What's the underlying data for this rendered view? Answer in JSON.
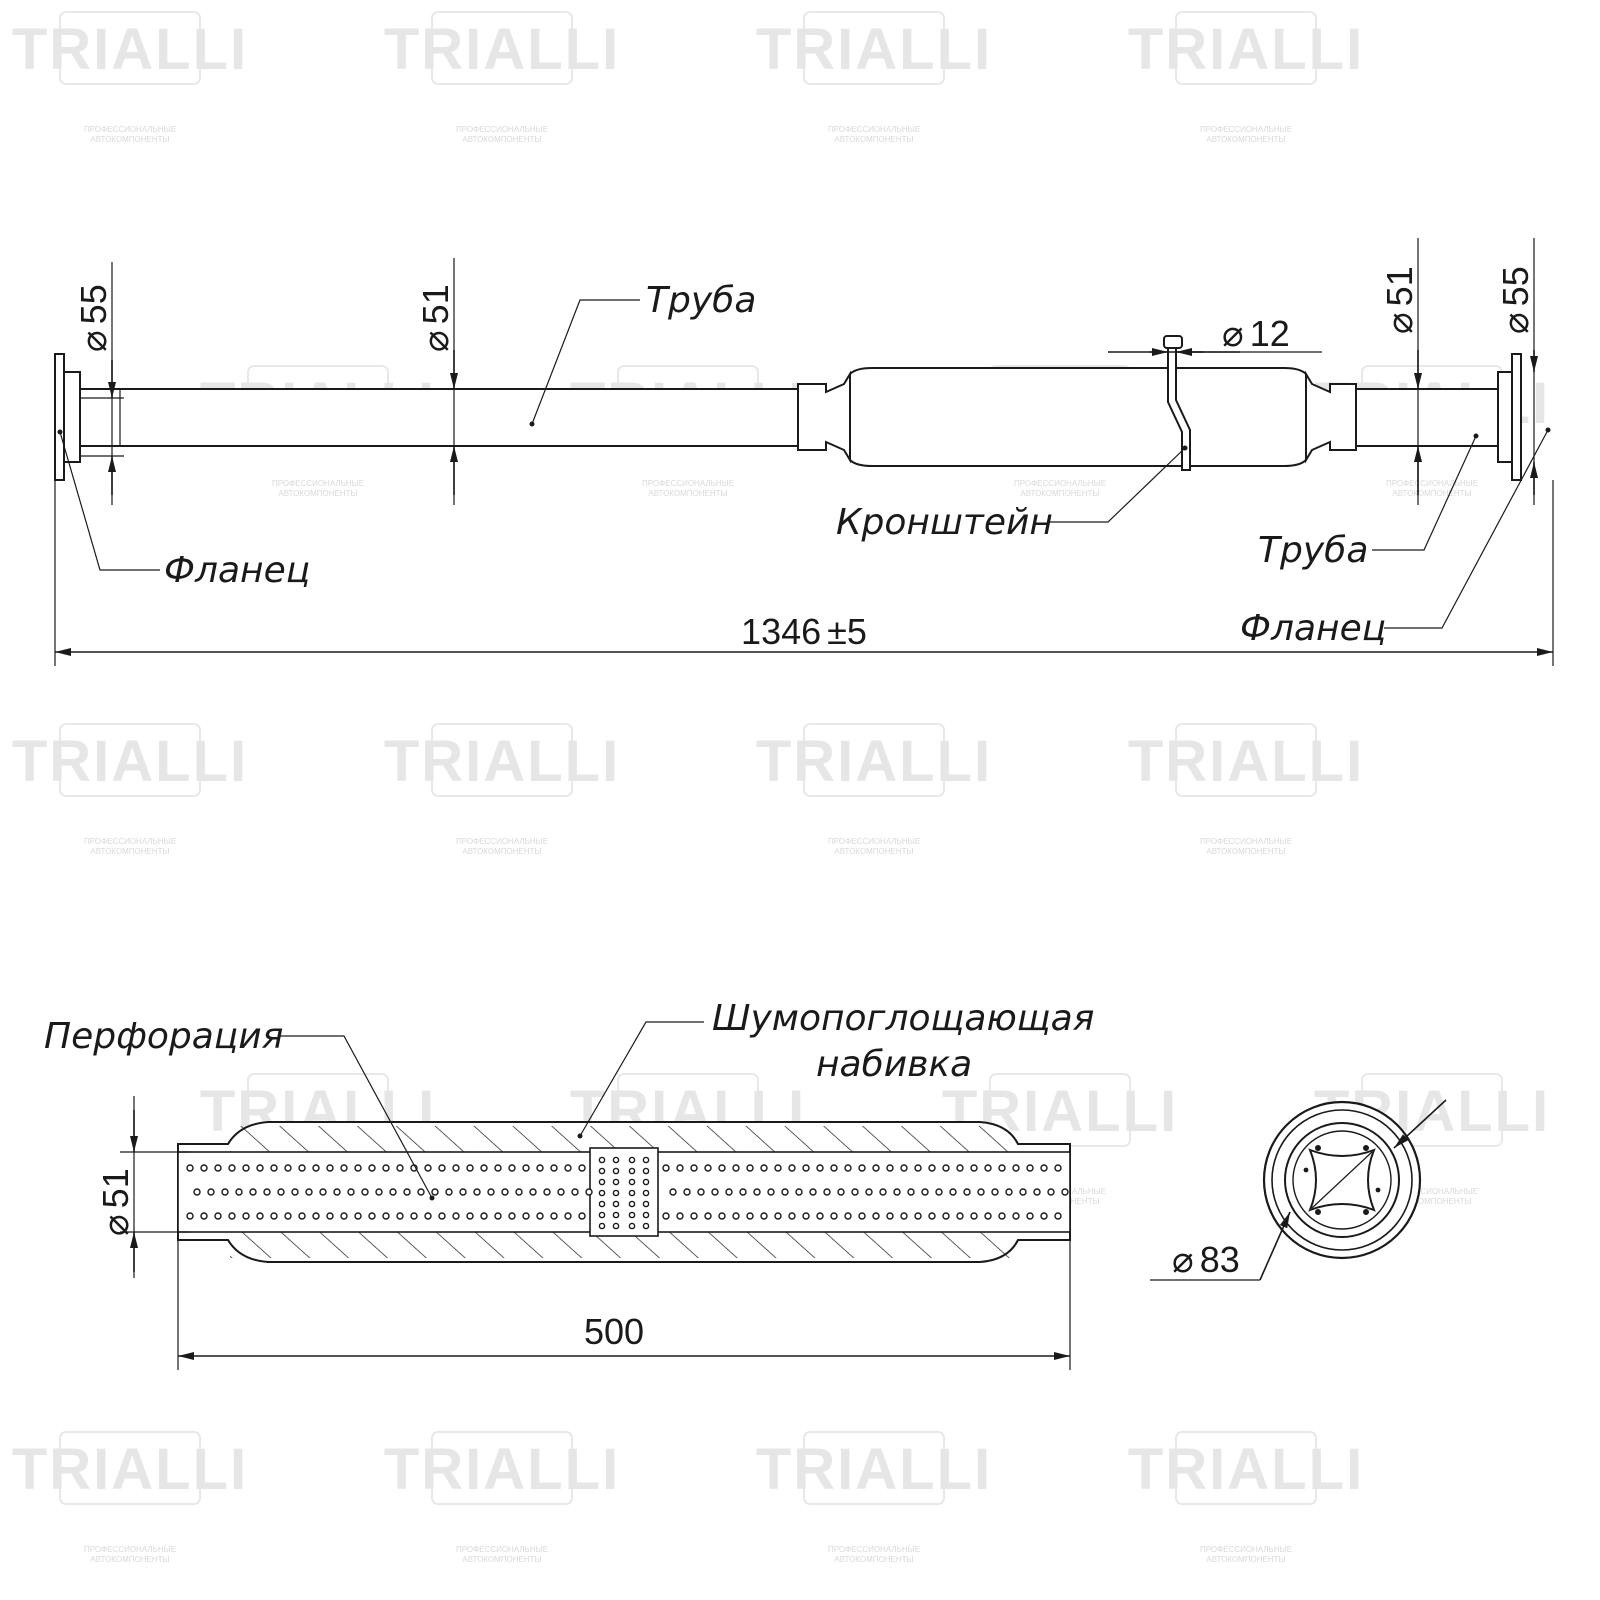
{
  "watermark": {
    "brand": "TRIALLI",
    "tagline_1": "ПРОФЕССИОНАЛЬНЫЕ",
    "tagline_2": "АВТОКОМПОНЕНТЫ"
  },
  "top_view": {
    "labels": {
      "pipe_left": "Труба",
      "pipe_right": "Труба",
      "flange_left": "Фланец",
      "flange_right": "Фланец",
      "bracket": "Кронштейн"
    },
    "dimensions": {
      "flange_left_diameter": "55",
      "pipe_left_diameter": "51",
      "bracket_diameter": "12",
      "pipe_right_diameter": "51",
      "flange_right_diameter": "55",
      "overall_length": "1346",
      "overall_tolerance": "5"
    }
  },
  "section_view": {
    "labels": {
      "perforation": "Перфорация",
      "packing_line_1": "Шумопоглощающая",
      "packing_line_2": "набивка"
    },
    "dimensions": {
      "inner_diameter": "51",
      "length": "500",
      "body_diameter": "83"
    }
  },
  "symbols": {
    "diameter": "⌀",
    "plus_minus": "±"
  }
}
